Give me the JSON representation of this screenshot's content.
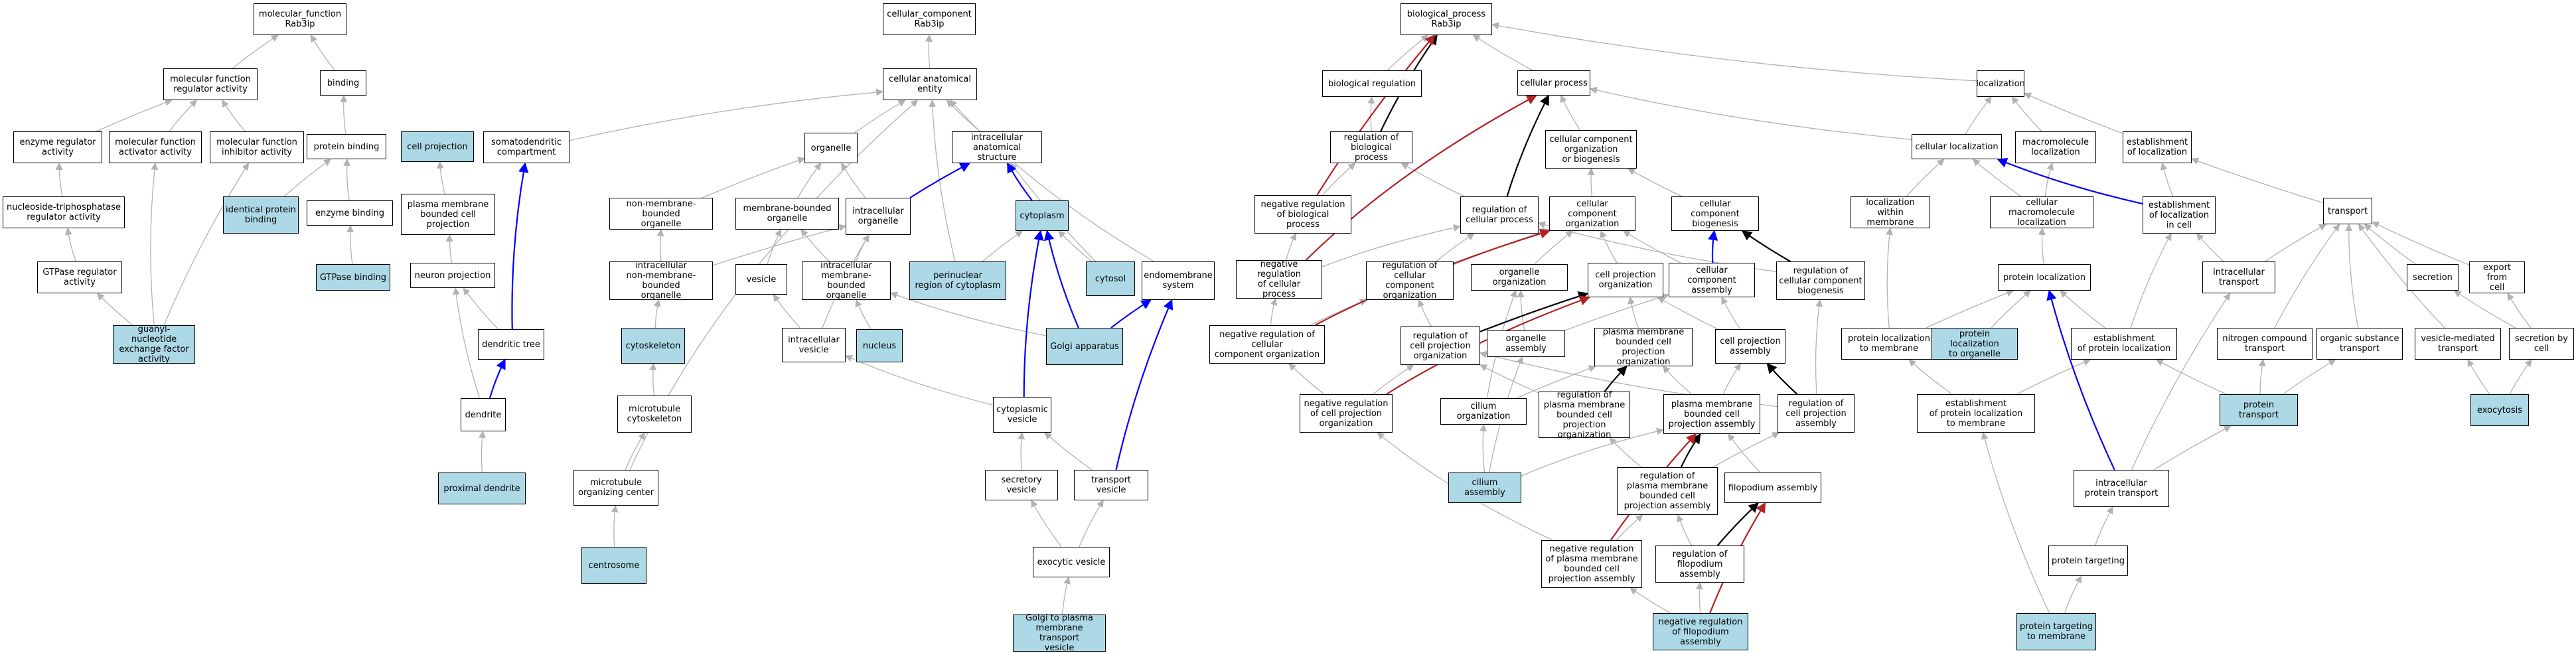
{
  "colors": {
    "highlight": "#add8e6",
    "grey": "#b2b2b2",
    "blue": "#0000ff",
    "red": "#b22222",
    "black": "#000000"
  },
  "nodes": [
    {
      "id": "n1",
      "label": "molecular_function\nRab3ip",
      "hl": false
    },
    {
      "id": "n2",
      "label": "molecular function\nregulator activity",
      "hl": false
    },
    {
      "id": "n3",
      "label": "binding",
      "hl": false
    },
    {
      "id": "n4",
      "label": "enzyme regulator\nactivity",
      "hl": false
    },
    {
      "id": "n5",
      "label": "molecular function\nactivator activity",
      "hl": false
    },
    {
      "id": "n6",
      "label": "molecular function\ninhibitor activity",
      "hl": false
    },
    {
      "id": "n7",
      "label": "protein binding",
      "hl": false
    },
    {
      "id": "n8",
      "label": "nucleoside-triphosphatase\nregulator activity",
      "hl": false
    },
    {
      "id": "n9",
      "label": "identical protein\nbinding",
      "hl": true
    },
    {
      "id": "n10",
      "label": "enzyme binding",
      "hl": false
    },
    {
      "id": "n11",
      "label": "GTPase regulator\nactivity",
      "hl": false
    },
    {
      "id": "n12",
      "label": "GTPase binding",
      "hl": true
    },
    {
      "id": "n13",
      "label": "guanyl-nucleotide\nexchange factor\nactivity",
      "hl": true
    },
    {
      "id": "n14",
      "label": "cellular_component\nRab3ip",
      "hl": false
    },
    {
      "id": "n15",
      "label": "cellular anatomical\nentity",
      "hl": false
    },
    {
      "id": "n16",
      "label": "cell projection",
      "hl": true
    },
    {
      "id": "n17",
      "label": "somatodendritic\ncompartment",
      "hl": false
    },
    {
      "id": "n18",
      "label": "plasma membrane\nbounded cell\nprojection",
      "hl": false
    },
    {
      "id": "n19",
      "label": "neuron projection",
      "hl": false
    },
    {
      "id": "n20",
      "label": "dendritic tree",
      "hl": false
    },
    {
      "id": "n21",
      "label": "dendrite",
      "hl": false
    },
    {
      "id": "n22",
      "label": "proximal dendrite",
      "hl": true
    },
    {
      "id": "n23",
      "label": "organelle",
      "hl": false
    },
    {
      "id": "n24",
      "label": "intracellular\nanatomical structure",
      "hl": false
    },
    {
      "id": "n25",
      "label": "non-membrane-bounded\norganelle",
      "hl": false
    },
    {
      "id": "n26",
      "label": "membrane-bounded\norganelle",
      "hl": false
    },
    {
      "id": "n27",
      "label": "intracellular\norganelle",
      "hl": false
    },
    {
      "id": "n28",
      "label": "cytoplasm",
      "hl": true
    },
    {
      "id": "n29",
      "label": "intracellular\nnon-membrane-bounded\norganelle",
      "hl": false
    },
    {
      "id": "n30",
      "label": "vesicle",
      "hl": false
    },
    {
      "id": "n31",
      "label": "intracellular\nmembrane-bounded\norganelle",
      "hl": false
    },
    {
      "id": "n32",
      "label": "perinuclear\nregion of cytoplasm",
      "hl": true
    },
    {
      "id": "n33",
      "label": "cytosol",
      "hl": true
    },
    {
      "id": "n34",
      "label": "endomembrane\nsystem",
      "hl": false
    },
    {
      "id": "n35",
      "label": "cytoskeleton",
      "hl": true
    },
    {
      "id": "n36",
      "label": "intracellular\nvesicle",
      "hl": false
    },
    {
      "id": "n37",
      "label": "nucleus",
      "hl": true
    },
    {
      "id": "n38",
      "label": "Golgi apparatus",
      "hl": true
    },
    {
      "id": "n39",
      "label": "microtubule\ncytoskeleton",
      "hl": false
    },
    {
      "id": "n40",
      "label": "cytoplasmic\nvesicle",
      "hl": false
    },
    {
      "id": "n41",
      "label": "microtubule\norganizing center",
      "hl": false
    },
    {
      "id": "n42",
      "label": "secretory vesicle",
      "hl": false
    },
    {
      "id": "n43",
      "label": "transport vesicle",
      "hl": false
    },
    {
      "id": "n44",
      "label": "centrosome",
      "hl": true
    },
    {
      "id": "n45",
      "label": "exocytic vesicle",
      "hl": false
    },
    {
      "id": "n46",
      "label": "Golgi to plasma\nmembrane transport\nvesicle",
      "hl": true
    },
    {
      "id": "n47",
      "label": "biological_process\nRab3ip",
      "hl": false
    },
    {
      "id": "n48",
      "label": "biological regulation",
      "hl": false
    },
    {
      "id": "n49",
      "label": "cellular process",
      "hl": false
    },
    {
      "id": "n50",
      "label": "regulation of\nbiological process",
      "hl": false
    },
    {
      "id": "n51",
      "label": "cellular component\norganization\nor biogenesis",
      "hl": false
    },
    {
      "id": "n52",
      "label": "negative regulation\nof biological\nprocess",
      "hl": false
    },
    {
      "id": "n53",
      "label": "regulation of\ncellular process",
      "hl": false
    },
    {
      "id": "n54",
      "label": "cellular component\norganization",
      "hl": false
    },
    {
      "id": "n55",
      "label": "cellular component\nbiogenesis",
      "hl": false
    },
    {
      "id": "n56",
      "label": "negative regulation\nof cellular\nprocess",
      "hl": false
    },
    {
      "id": "n57",
      "label": "regulation of\ncellular component\norganization",
      "hl": false
    },
    {
      "id": "n58",
      "label": "organelle organization",
      "hl": false
    },
    {
      "id": "n59",
      "label": "cell projection\norganization",
      "hl": false
    },
    {
      "id": "n60",
      "label": "cellular component\nassembly",
      "hl": false
    },
    {
      "id": "n61",
      "label": "regulation of\ncellular component\nbiogenesis",
      "hl": false
    },
    {
      "id": "n62",
      "label": "negative regulation of\ncellular\ncomponent organization",
      "hl": false
    },
    {
      "id": "n63",
      "label": "regulation of\ncell projection\norganization",
      "hl": false
    },
    {
      "id": "n64",
      "label": "organelle assembly",
      "hl": false
    },
    {
      "id": "n65",
      "label": "plasma membrane\nbounded cell\nprojection organization",
      "hl": false
    },
    {
      "id": "n66",
      "label": "cell projection\nassembly",
      "hl": false
    },
    {
      "id": "n67",
      "label": "negative regulation\nof cell projection\norganization",
      "hl": false
    },
    {
      "id": "n68",
      "label": "cilium organization",
      "hl": false
    },
    {
      "id": "n69",
      "label": "regulation of\nplasma membrane\nbounded cell\nprojection organization",
      "hl": false
    },
    {
      "id": "n70",
      "label": "plasma membrane\nbounded cell\nprojection assembly",
      "hl": false
    },
    {
      "id": "n71",
      "label": "regulation of\ncell projection\nassembly",
      "hl": false
    },
    {
      "id": "n72",
      "label": "cilium assembly",
      "hl": true
    },
    {
      "id": "n73",
      "label": "regulation of\nplasma membrane\nbounded cell\nprojection assembly",
      "hl": false
    },
    {
      "id": "n74",
      "label": "filopodium assembly",
      "hl": false
    },
    {
      "id": "n75",
      "label": "negative regulation\nof plasma membrane\nbounded cell\nprojection assembly",
      "hl": false
    },
    {
      "id": "n76",
      "label": "regulation of\nfilopodium assembly",
      "hl": false
    },
    {
      "id": "n77",
      "label": "negative regulation\nof filopodium\nassembly",
      "hl": true
    },
    {
      "id": "n78",
      "label": "localization",
      "hl": false
    },
    {
      "id": "n79",
      "label": "cellular localization",
      "hl": false
    },
    {
      "id": "n80",
      "label": "macromolecule\nlocalization",
      "hl": false
    },
    {
      "id": "n81",
      "label": "establishment\nof localization",
      "hl": false
    },
    {
      "id": "n82",
      "label": "localization\nwithin membrane",
      "hl": false
    },
    {
      "id": "n83",
      "label": "cellular macromolecule\nlocalization",
      "hl": false
    },
    {
      "id": "n84",
      "label": "establishment\nof localization\nin cell",
      "hl": false
    },
    {
      "id": "n85",
      "label": "transport",
      "hl": false
    },
    {
      "id": "n86",
      "label": "protein localization",
      "hl": false
    },
    {
      "id": "n87",
      "label": "intracellular\ntransport",
      "hl": false
    },
    {
      "id": "n88",
      "label": "secretion",
      "hl": false
    },
    {
      "id": "n89",
      "label": "export from\ncell",
      "hl": false
    },
    {
      "id": "n90",
      "label": "protein localization\nto membrane",
      "hl": false
    },
    {
      "id": "n91",
      "label": "protein localization\nto organelle",
      "hl": true
    },
    {
      "id": "n92",
      "label": "establishment\nof protein localization",
      "hl": false
    },
    {
      "id": "n93",
      "label": "nitrogen compound\ntransport",
      "hl": false
    },
    {
      "id": "n94",
      "label": "organic substance\ntransport",
      "hl": false
    },
    {
      "id": "n95",
      "label": "vesicle-mediated\ntransport",
      "hl": false
    },
    {
      "id": "n96",
      "label": "secretion by\ncell",
      "hl": false
    },
    {
      "id": "n97",
      "label": "establishment\nof protein localization\nto membrane",
      "hl": false
    },
    {
      "id": "n98",
      "label": "protein transport",
      "hl": true
    },
    {
      "id": "n99",
      "label": "exocytosis",
      "hl": true
    },
    {
      "id": "n100",
      "label": "intracellular\nprotein transport",
      "hl": false
    },
    {
      "id": "n101",
      "label": "protein targeting",
      "hl": false
    },
    {
      "id": "n102",
      "label": "protein targeting\nto membrane",
      "hl": true
    }
  ],
  "edges": [
    [
      "n2",
      "n1",
      "grey"
    ],
    [
      "n3",
      "n1",
      "grey"
    ],
    [
      "n4",
      "n2",
      "grey"
    ],
    [
      "n5",
      "n2",
      "grey"
    ],
    [
      "n6",
      "n2",
      "grey"
    ],
    [
      "n7",
      "n3",
      "grey"
    ],
    [
      "n8",
      "n4",
      "grey"
    ],
    [
      "n9",
      "n7",
      "grey"
    ],
    [
      "n10",
      "n7",
      "grey"
    ],
    [
      "n11",
      "n8",
      "grey"
    ],
    [
      "n12",
      "n10",
      "grey"
    ],
    [
      "n13",
      "n11",
      "grey"
    ],
    [
      "n13",
      "n5",
      "grey"
    ],
    [
      "n13",
      "n6",
      "grey"
    ],
    [
      "n15",
      "n14",
      "grey"
    ],
    [
      "n17",
      "n15",
      "grey"
    ],
    [
      "n23",
      "n15",
      "grey"
    ],
    [
      "n24",
      "n15",
      "grey"
    ],
    [
      "n18",
      "n16",
      "grey"
    ],
    [
      "n19",
      "n18",
      "grey"
    ],
    [
      "n20",
      "n17",
      "blue"
    ],
    [
      "n20",
      "n19",
      "grey"
    ],
    [
      "n21",
      "n20",
      "blue"
    ],
    [
      "n21",
      "n19",
      "grey"
    ],
    [
      "n22",
      "n21",
      "grey"
    ],
    [
      "n25",
      "n23",
      "grey"
    ],
    [
      "n26",
      "n23",
      "grey"
    ],
    [
      "n27",
      "n23",
      "grey"
    ],
    [
      "n27",
      "n24",
      "blue"
    ],
    [
      "n28",
      "n24",
      "blue"
    ],
    [
      "n29",
      "n25",
      "grey"
    ],
    [
      "n29",
      "n27",
      "grey"
    ],
    [
      "n30",
      "n26",
      "grey"
    ],
    [
      "n31",
      "n26",
      "grey"
    ],
    [
      "n31",
      "n27",
      "grey"
    ],
    [
      "n32",
      "n28",
      "grey"
    ],
    [
      "n32",
      "n15",
      "grey"
    ],
    [
      "n33",
      "n28",
      "grey"
    ],
    [
      "n33",
      "n24",
      "grey"
    ],
    [
      "n34",
      "n15",
      "grey"
    ],
    [
      "n35",
      "n29",
      "grey"
    ],
    [
      "n36",
      "n30",
      "grey"
    ],
    [
      "n36",
      "n27",
      "grey"
    ],
    [
      "n37",
      "n31",
      "grey"
    ],
    [
      "n38",
      "n31",
      "grey"
    ],
    [
      "n38",
      "n28",
      "blue"
    ],
    [
      "n38",
      "n34",
      "blue"
    ],
    [
      "n39",
      "n35",
      "grey"
    ],
    [
      "n40",
      "n36",
      "grey"
    ],
    [
      "n40",
      "n28",
      "blue"
    ],
    [
      "n41",
      "n39",
      "grey"
    ],
    [
      "n41",
      "n15",
      "grey"
    ],
    [
      "n42",
      "n40",
      "grey"
    ],
    [
      "n43",
      "n40",
      "grey"
    ],
    [
      "n43",
      "n34",
      "blue"
    ],
    [
      "n44",
      "n41",
      "grey"
    ],
    [
      "n45",
      "n42",
      "grey"
    ],
    [
      "n45",
      "n43",
      "grey"
    ],
    [
      "n46",
      "n45",
      "grey"
    ],
    [
      "n48",
      "n47",
      "grey"
    ],
    [
      "n49",
      "n47",
      "grey"
    ],
    [
      "n50",
      "n48",
      "grey"
    ],
    [
      "n50",
      "n47",
      "black"
    ],
    [
      "n51",
      "n49",
      "grey"
    ],
    [
      "n52",
      "n50",
      "grey"
    ],
    [
      "n52",
      "n47",
      "red"
    ],
    [
      "n53",
      "n50",
      "grey"
    ],
    [
      "n53",
      "n49",
      "black"
    ],
    [
      "n54",
      "n51",
      "grey"
    ],
    [
      "n55",
      "n51",
      "grey"
    ],
    [
      "n56",
      "n52",
      "grey"
    ],
    [
      "n56",
      "n53",
      "grey"
    ],
    [
      "n56",
      "n49",
      "red"
    ],
    [
      "n57",
      "n53",
      "grey"
    ],
    [
      "n57",
      "n54",
      "grey"
    ],
    [
      "n58",
      "n54",
      "grey"
    ],
    [
      "n59",
      "n54",
      "grey"
    ],
    [
      "n60",
      "n55",
      "blue"
    ],
    [
      "n60",
      "n54",
      "grey"
    ],
    [
      "n61",
      "n53",
      "grey"
    ],
    [
      "n61",
      "n55",
      "black"
    ],
    [
      "n62",
      "n56",
      "grey"
    ],
    [
      "n62",
      "n57",
      "grey"
    ],
    [
      "n62",
      "n54",
      "red"
    ],
    [
      "n63",
      "n57",
      "grey"
    ],
    [
      "n63",
      "n59",
      "black"
    ],
    [
      "n64",
      "n58",
      "grey"
    ],
    [
      "n64",
      "n60",
      "grey"
    ],
    [
      "n65",
      "n59",
      "grey"
    ],
    [
      "n66",
      "n59",
      "grey"
    ],
    [
      "n66",
      "n60",
      "grey"
    ],
    [
      "n67",
      "n62",
      "grey"
    ],
    [
      "n67",
      "n63",
      "grey"
    ],
    [
      "n67",
      "n59",
      "red"
    ],
    [
      "n68",
      "n58",
      "grey"
    ],
    [
      "n68",
      "n65",
      "grey"
    ],
    [
      "n69",
      "n63",
      "grey"
    ],
    [
      "n69",
      "n65",
      "black"
    ],
    [
      "n70",
      "n65",
      "grey"
    ],
    [
      "n70",
      "n66",
      "grey"
    ],
    [
      "n71",
      "n63",
      "grey"
    ],
    [
      "n71",
      "n61",
      "grey"
    ],
    [
      "n71",
      "n66",
      "black"
    ],
    [
      "n72",
      "n68",
      "grey"
    ],
    [
      "n72",
      "n64",
      "grey"
    ],
    [
      "n72",
      "n70",
      "grey"
    ],
    [
      "n73",
      "n69",
      "grey"
    ],
    [
      "n73",
      "n71",
      "grey"
    ],
    [
      "n73",
      "n70",
      "black"
    ],
    [
      "n74",
      "n70",
      "grey"
    ],
    [
      "n75",
      "n67",
      "grey"
    ],
    [
      "n75",
      "n73",
      "grey"
    ],
    [
      "n75",
      "n70",
      "red"
    ],
    [
      "n76",
      "n73",
      "grey"
    ],
    [
      "n76",
      "n74",
      "black"
    ],
    [
      "n77",
      "n75",
      "grey"
    ],
    [
      "n77",
      "n76",
      "grey"
    ],
    [
      "n77",
      "n74",
      "red"
    ],
    [
      "n78",
      "n47",
      "grey"
    ],
    [
      "n79",
      "n78",
      "grey"
    ],
    [
      "n79",
      "n49",
      "grey"
    ],
    [
      "n80",
      "n78",
      "grey"
    ],
    [
      "n81",
      "n78",
      "grey"
    ],
    [
      "n82",
      "n79",
      "grey"
    ],
    [
      "n83",
      "n79",
      "grey"
    ],
    [
      "n83",
      "n80",
      "grey"
    ],
    [
      "n84",
      "n79",
      "blue"
    ],
    [
      "n84",
      "n81",
      "grey"
    ],
    [
      "n85",
      "n81",
      "grey"
    ],
    [
      "n86",
      "n83",
      "grey"
    ],
    [
      "n87",
      "n84",
      "grey"
    ],
    [
      "n87",
      "n85",
      "grey"
    ],
    [
      "n88",
      "n85",
      "grey"
    ],
    [
      "n89",
      "n85",
      "grey"
    ],
    [
      "n90",
      "n86",
      "grey"
    ],
    [
      "n90",
      "n82",
      "grey"
    ],
    [
      "n91",
      "n86",
      "grey"
    ],
    [
      "n92",
      "n86",
      "grey"
    ],
    [
      "n92",
      "n84",
      "grey"
    ],
    [
      "n93",
      "n85",
      "grey"
    ],
    [
      "n94",
      "n85",
      "grey"
    ],
    [
      "n95",
      "n85",
      "grey"
    ],
    [
      "n96",
      "n88",
      "grey"
    ],
    [
      "n96",
      "n89",
      "grey"
    ],
    [
      "n97",
      "n90",
      "grey"
    ],
    [
      "n97",
      "n92",
      "grey"
    ],
    [
      "n98",
      "n92",
      "grey"
    ],
    [
      "n98",
      "n93",
      "grey"
    ],
    [
      "n98",
      "n94",
      "grey"
    ],
    [
      "n99",
      "n95",
      "grey"
    ],
    [
      "n99",
      "n96",
      "grey"
    ],
    [
      "n100",
      "n98",
      "grey"
    ],
    [
      "n100",
      "n87",
      "grey"
    ],
    [
      "n100",
      "n86",
      "blue"
    ],
    [
      "n101",
      "n100",
      "grey"
    ],
    [
      "n102",
      "n101",
      "grey"
    ],
    [
      "n102",
      "n97",
      "grey"
    ]
  ]
}
